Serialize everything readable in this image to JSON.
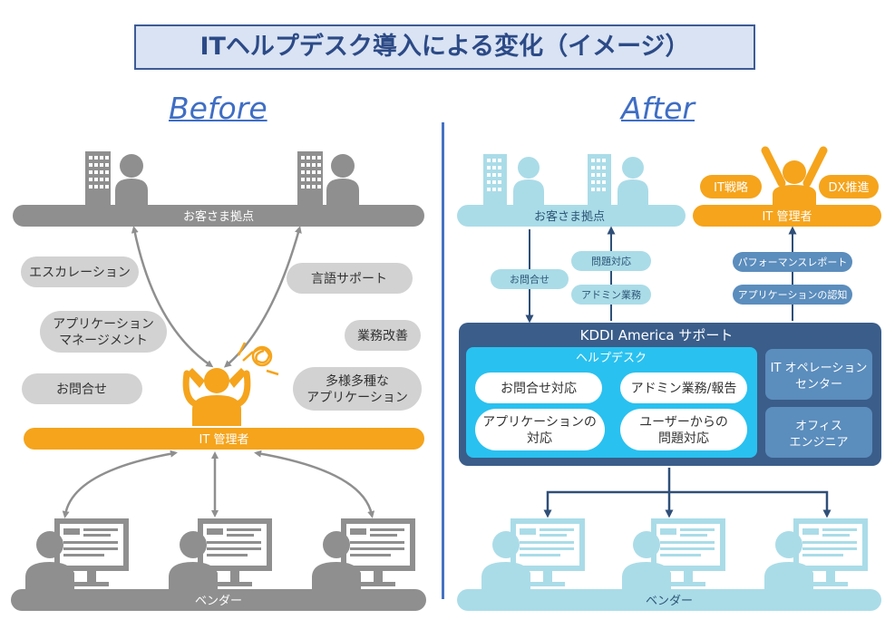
{
  "title": "ITヘルプデスク導入による変化（イメージ）",
  "before": {
    "heading": "Before",
    "customer_bar": "お客さま拠点",
    "admin_bar": "IT 管理者",
    "vendor_bar": "ベンダー",
    "tasks": [
      "エスカレーション",
      "アプリケーション",
      "マネージメント",
      "お問合せ",
      "言語サポート",
      "業務改善",
      "多様多種な",
      "アプリケーション"
    ]
  },
  "after": {
    "heading": "After",
    "customer_bar": "お客さま拠点",
    "admin_bar": "IT 管理者",
    "vendor_bar": "ベンダー",
    "it_strategy": "IT戦略",
    "dx": "DX推進",
    "inquiry": "お問合せ",
    "issue_response": "問題対応",
    "admin_work": "アドミン業務",
    "performance_report": "パフォーマンスレポート",
    "app_awareness": "アプリケーションの認知",
    "support_title": "KDDI America サポート",
    "helpdesk_title": "ヘルプデスク",
    "helpdesk_items": [
      "お問合せ対応",
      "アドミン業務/報告",
      "アプリケーションの",
      "対応",
      "ユーザーからの",
      "問題対応"
    ],
    "it_ops": [
      "IT オペレーション",
      "センター"
    ],
    "office_engineer": [
      "オフィス",
      "エンジニア"
    ]
  },
  "colors": {
    "gray": "#8f8f8f",
    "light_gray": "#d2d2d2",
    "orange": "#f5a41c",
    "light_blue": "#aadce8",
    "navy": "#3a5d8a",
    "cyan": "#29c1f0",
    "title_bg": "#d9e3f3",
    "accent_blue": "#4472c4"
  }
}
